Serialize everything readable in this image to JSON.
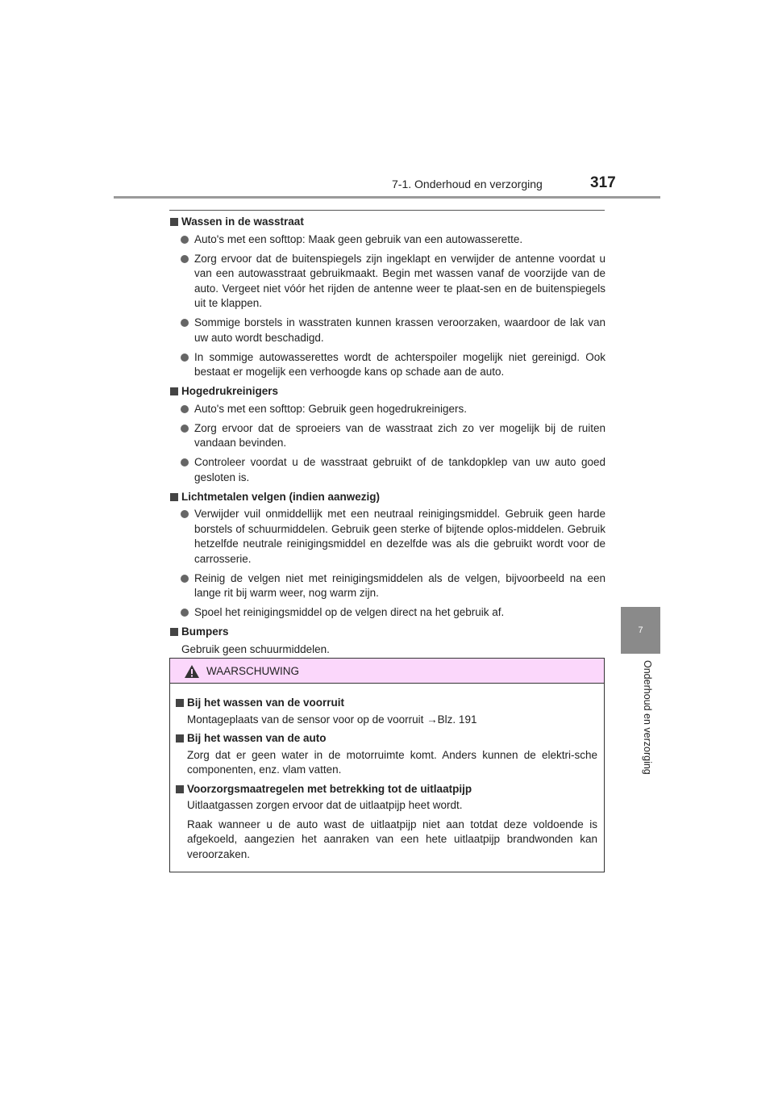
{
  "header": {
    "section_title": "7-1. Onderhoud en verzorging",
    "page_number": "317"
  },
  "side_tab": {
    "chapter_number": "7",
    "chapter_label": "Onderhoud en verzorging"
  },
  "sections": [
    {
      "heading": "Wassen in de wasstraat",
      "bullets": [
        "Auto's met een softtop: Maak geen gebruik van een autowasserette.",
        "Zorg ervoor dat de buitenspiegels zijn ingeklapt en verwijder de antenne voordat u van een autowasstraat gebruikmaakt. Begin met wassen vanaf de voorzijde van de auto. Vergeet niet vóór het rijden de antenne weer te plaat-sen en de buitenspiegels uit te klappen.",
        "Sommige borstels in wasstraten kunnen krassen veroorzaken, waardoor de lak van uw auto wordt beschadigd.",
        "In sommige autowasserettes wordt de achterspoiler mogelijk niet gereinigd. Ook bestaat er mogelijk een verhoogde kans op schade aan de auto."
      ]
    },
    {
      "heading": "Hogedrukreinigers",
      "bullets": [
        "Auto's met een softtop: Gebruik geen hogedrukreinigers.",
        "Zorg ervoor dat de sproeiers van de wasstraat zich zo ver mogelijk bij de ruiten vandaan bevinden.",
        "Controleer voordat u de wasstraat gebruikt of de tankdopklep van uw auto goed gesloten is."
      ]
    },
    {
      "heading": "Lichtmetalen velgen (indien aanwezig)",
      "bullets": [
        "Verwijder vuil onmiddellijk met een neutraal reinigingsmiddel. Gebruik geen harde borstels of schuurmiddelen. Gebruik geen sterke of bijtende oplos-middelen. Gebruik hetzelfde neutrale reinigingsmiddel en dezelfde was als die gebruikt wordt voor de carrosserie.",
        "Reinig de velgen niet met reinigingsmiddelen als de velgen, bijvoorbeeld na een lange rit bij warm weer, nog warm zijn.",
        "Spoel het reinigingsmiddel op de velgen direct na het gebruik af."
      ]
    },
    {
      "heading": "Bumpers",
      "text": "Gebruik geen schuurmiddelen."
    }
  ],
  "warning": {
    "title": "WAARSCHUWING",
    "sections": [
      {
        "heading": "Bij het wassen van de voorruit",
        "paragraphs": [
          "Montageplaats van de sensor voor op de voorruit →Blz. 191"
        ]
      },
      {
        "heading": "Bij het wassen van de auto",
        "paragraphs": [
          "Zorg dat er geen water in de motorruimte komt. Anders kunnen de elektri-sche componenten, enz. vlam vatten."
        ]
      },
      {
        "heading": "Voorzorgsmaatregelen met betrekking tot de uitlaatpijp",
        "paragraphs": [
          "Uitlaatgassen zorgen ervoor dat de uitlaatpijp heet wordt.",
          "Raak wanneer u de auto wast de uitlaatpijp niet aan totdat deze voldoende is afgekoeld, aangezien het aanraken van een hete uitlaatpijp brandwonden kan veroorzaken."
        ]
      }
    ]
  }
}
